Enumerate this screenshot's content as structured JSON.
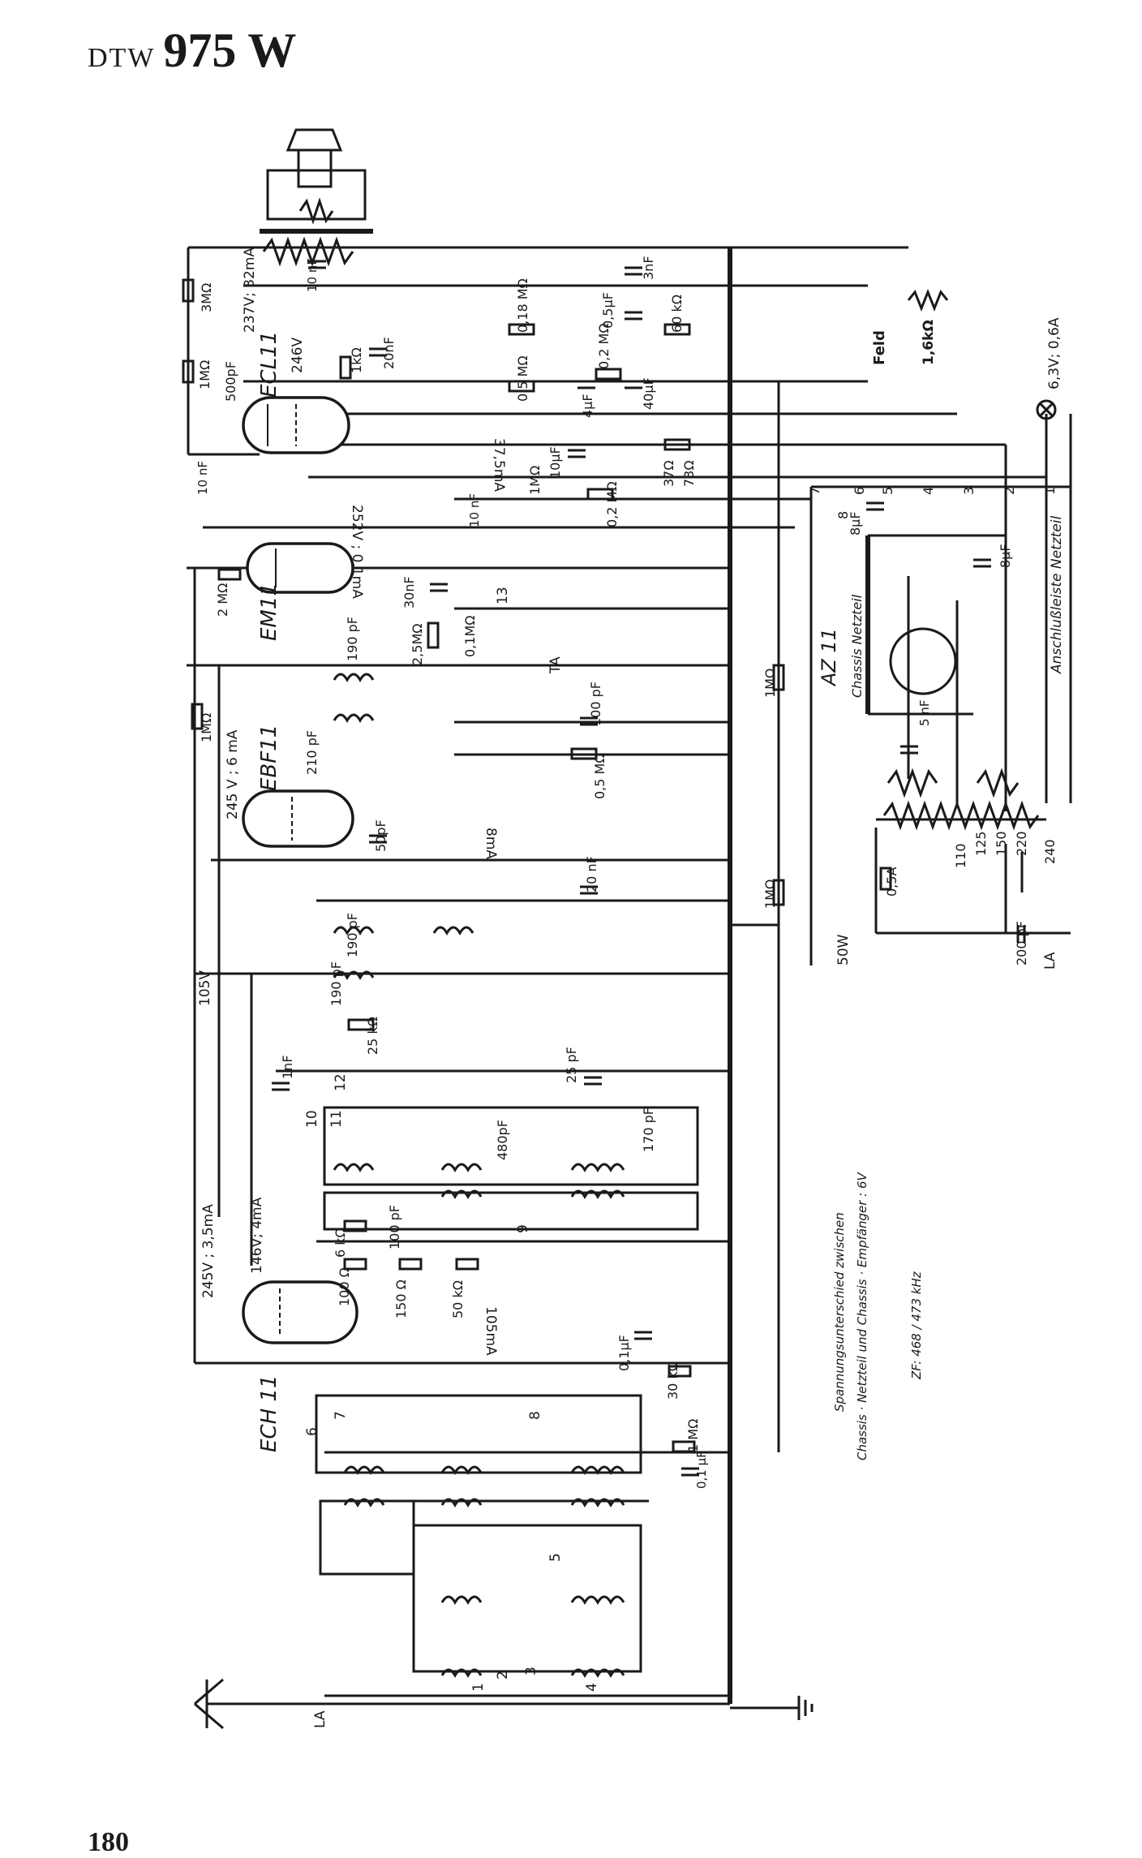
{
  "header": {
    "brand": "DTW",
    "model": "975 W"
  },
  "page_number": "180",
  "tubes": {
    "ecl11": "ECL11",
    "em11": "EM11",
    "ebf11": "EBF11",
    "ech11": "ECH 11",
    "az11": "AZ 11"
  },
  "labels": {
    "chassis_netzteil": "Chassis Netzteil",
    "anschlussleiste": "Anschlußleiste Netzteil",
    "feld": "Feld",
    "feld_res": "1,6kΩ",
    "lamp": "6,3V; 0,6A",
    "ta": "TA",
    "la_top": "LA",
    "la_bottom": "LA",
    "mains_w": "50W",
    "fuse": "0,5A"
  },
  "components": {
    "r_3m": "3MΩ",
    "r_1m_top": "1MΩ",
    "r_1k": "1kΩ",
    "r_018": "0,18 MΩ",
    "r_60k": "60 kΩ",
    "r_05m_a": "0,5 MΩ",
    "r_02m_a": "0,2 MΩ",
    "r_1m_pot": "1MΩ",
    "r_02m_b": "0,2 MΩ",
    "r_37": "37Ω",
    "r_73": "73Ω",
    "r_2m": "2 MΩ",
    "r_25m": "2,5MΩ",
    "r_01m": "0,1MΩ",
    "r_1m_em": "1MΩ",
    "r_1m_right": "1MΩ",
    "r_05m_b": "0,5 MΩ",
    "r_1m_mid": "1MΩ",
    "r_25k": "25 kΩ",
    "r_6k": "6 kΩ",
    "r_100": "100 Ω",
    "r_150": "150 Ω",
    "r_50k": "50 kΩ",
    "r_30k": "30 kΩ",
    "r_1m_low": "1 MΩ",
    "c_10n_a": "10 nF",
    "c_3n": "3nF",
    "c_500p": "500pF",
    "c_20n_a": "20nF",
    "c_05u": "0,5μF",
    "c_40u": "40μF",
    "c_4u": "4μF",
    "c_10u": "10μF",
    "c_10n_b": "10 nF",
    "c_10n_c": "10 nF",
    "c_30n": "30nF",
    "c_8u_a": "8μF",
    "c_8u_b": "8μF",
    "c_5n": "5 nF",
    "c_190_a": "190 pF",
    "c_100p": "100 pF",
    "c_210": "210 pF",
    "c_50p": "50pF",
    "c_190_b": "190 pF",
    "c_20n_b": "20 nF",
    "c_190_c": "190 pF",
    "c_1n": "1nF",
    "c_25p": "25 pF",
    "c_480": "480pF",
    "c_170": "170 pF",
    "c_100p_b": "100 pF",
    "c_01u_a": "0,1μF",
    "c_01u_b": "0,1 μF",
    "c_200p": "200 pF"
  },
  "operating_points": {
    "ecl11_ua": "246V",
    "ecl11_g2": "237V; 32mA",
    "ecl11_i": "37,5mA",
    "em11": "252V ; 0,1mA",
    "ebf11": "245 V ; 6 mA",
    "ebf11_i": "8mA",
    "b_105": "105V",
    "ech11_a": "245V ; 3,5mA",
    "ech11_b": "146V; 4mA",
    "ech11_i": "105mA"
  },
  "taps": [
    "110",
    "125",
    "150",
    "220",
    "240"
  ],
  "terminals": [
    "1",
    "2",
    "3",
    "4",
    "5",
    "6",
    "7",
    "8"
  ],
  "switch_numbers": [
    "1",
    "2",
    "3",
    "4",
    "5",
    "6",
    "7",
    "8",
    "9",
    "10",
    "11",
    "12",
    "13"
  ],
  "notes": {
    "line1": "Spannungsunterschied zwischen",
    "line2": "Chassis · Netzteil und Chassis · Empfänger : 6V",
    "line3": "ZF: 468 / 473 kHz"
  }
}
